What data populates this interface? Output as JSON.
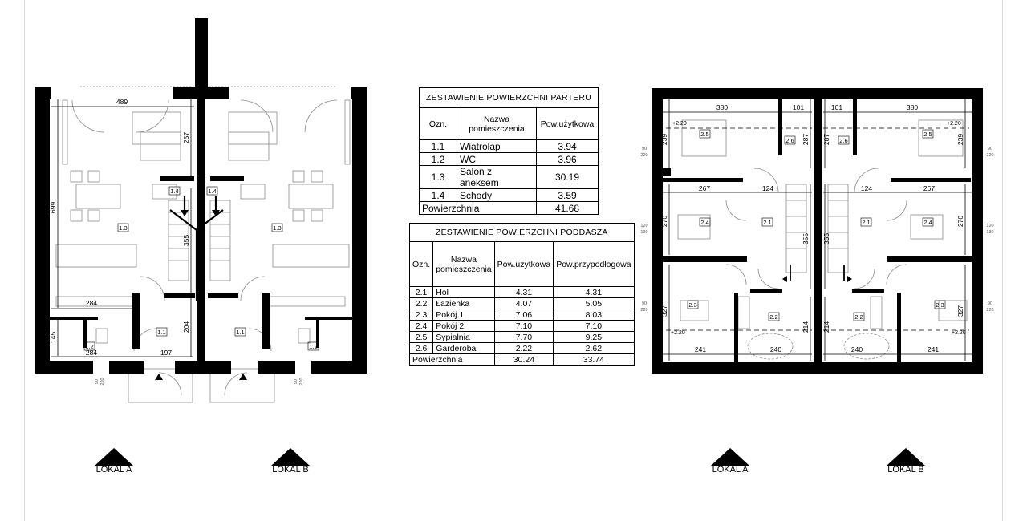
{
  "ground_floor_table": {
    "title": "ZESTAWIENIE POWIERZCHNI PARTERU",
    "col_oznaczenie": "Ozn.",
    "col_nazwa": "Nazwa pomieszczenia",
    "col_pow": "Pow.użytkowa",
    "rows": [
      {
        "ozn": "1.1",
        "nazwa": "Wiatrołap",
        "pow": "3.94"
      },
      {
        "ozn": "1.2",
        "nazwa": "WC",
        "pow": "3.96"
      },
      {
        "ozn": "1.3",
        "nazwa": "Salon z aneksem",
        "pow": "30.19"
      },
      {
        "ozn": "1.4",
        "nazwa": "Schody",
        "pow": "3.59"
      }
    ],
    "total_label": "Powierzchnia",
    "total_value": "41.68"
  },
  "attic_table": {
    "title": "ZESTAWIENIE POWIERZCHNI PODDASZA",
    "col_oznaczenie": "Ozn.",
    "col_nazwa": "Nazwa pomieszczenia",
    "col_pow": "Pow.użytkowa",
    "col_pow_floor": "Pow.przypodłogowa",
    "rows": [
      {
        "ozn": "2.1",
        "nazwa": "Hol",
        "pow": "4.31",
        "floor": "4.31"
      },
      {
        "ozn": "2.2",
        "nazwa": "Łazienka",
        "pow": "4.07",
        "floor": "5.05"
      },
      {
        "ozn": "2.3",
        "nazwa": "Pokój 1",
        "pow": "7.06",
        "floor": "8.03"
      },
      {
        "ozn": "2.4",
        "nazwa": "Pokój 2",
        "pow": "7.10",
        "floor": "7.10"
      },
      {
        "ozn": "2.5",
        "nazwa": "Sypialnia",
        "pow": "7.70",
        "floor": "9.25"
      },
      {
        "ozn": "2.6",
        "nazwa": "Garderoba",
        "pow": "2.22",
        "floor": "2.62"
      }
    ],
    "total_label": "Powierzchnia",
    "total_pow": "30.24",
    "total_floor": "33.74"
  },
  "lokal_markers": [
    "LOKAL A",
    "LOKAL B",
    "LOKAL A",
    "LOKAL B"
  ],
  "ground_plan": {
    "dims": [
      "489",
      "257",
      "699",
      "355",
      "284",
      "145",
      "284",
      "197",
      "204"
    ],
    "rooms": [
      "1.3",
      "1.3",
      "1.4",
      "1.4",
      "1.1",
      "1.1",
      "1.2",
      "1.2"
    ],
    "windows": [
      "90",
      "220",
      "90",
      "220"
    ]
  },
  "attic_plan": {
    "dims": [
      "380",
      "101",
      "101",
      "380",
      "239",
      "287",
      "287",
      "239",
      "267",
      "124",
      "124",
      "267",
      "270",
      "355",
      "355",
      "270",
      "327",
      "214",
      "214",
      "327",
      "241",
      "240",
      "240",
      "241"
    ],
    "rooms": [
      "2.5",
      "2.6",
      "2.6",
      "2.5",
      "2.4",
      "2.1",
      "2.1",
      "2.4",
      "2.3",
      "2.2",
      "2.2",
      "2.3"
    ],
    "levels": [
      "+2.20",
      "+2.20",
      "+2.20",
      "+2.20"
    ],
    "windows": [
      "90",
      "220",
      "120",
      "130",
      "90",
      "220",
      "90",
      "220",
      "120",
      "130",
      "90",
      "220"
    ]
  },
  "colors": {
    "wall": "#000000",
    "furniture": "#8a8a8a",
    "dim": "#000000",
    "frame": "#d8d8d8"
  }
}
